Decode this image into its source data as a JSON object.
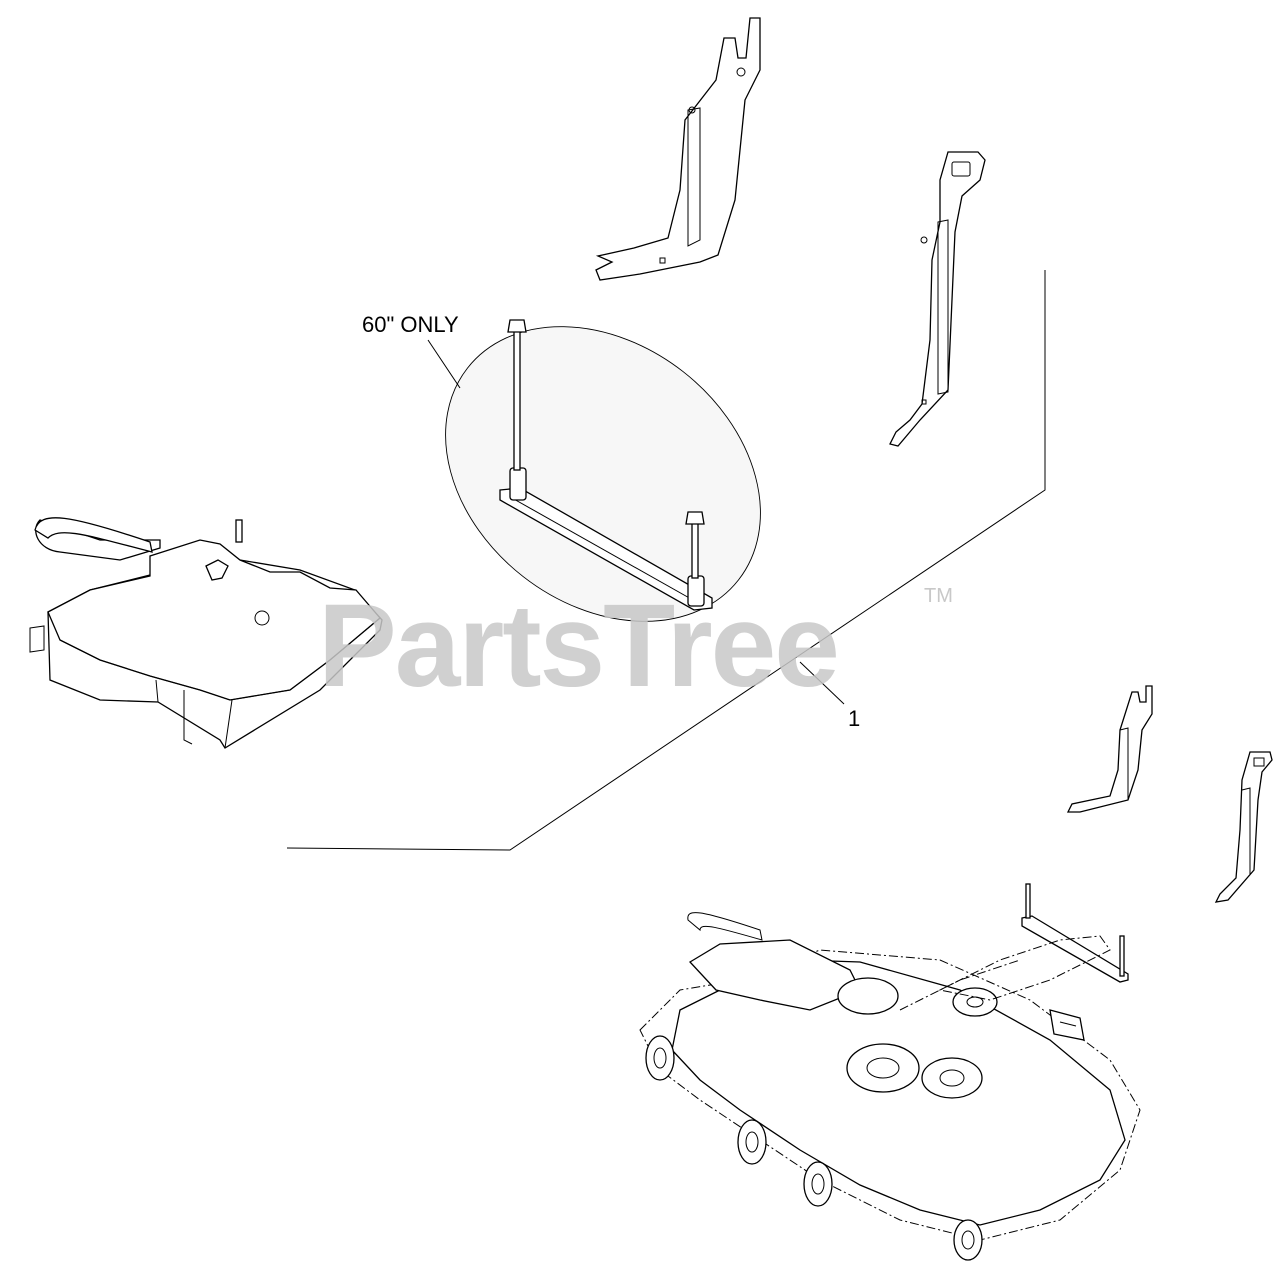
{
  "callouts": {
    "region_note": "60\" ONLY",
    "item_1": "1"
  },
  "watermark": {
    "text": "PartsTree",
    "trademark": "TM"
  },
  "colors": {
    "line": "#000000",
    "watermark": "#c8c8c8",
    "background": "#ffffff"
  }
}
